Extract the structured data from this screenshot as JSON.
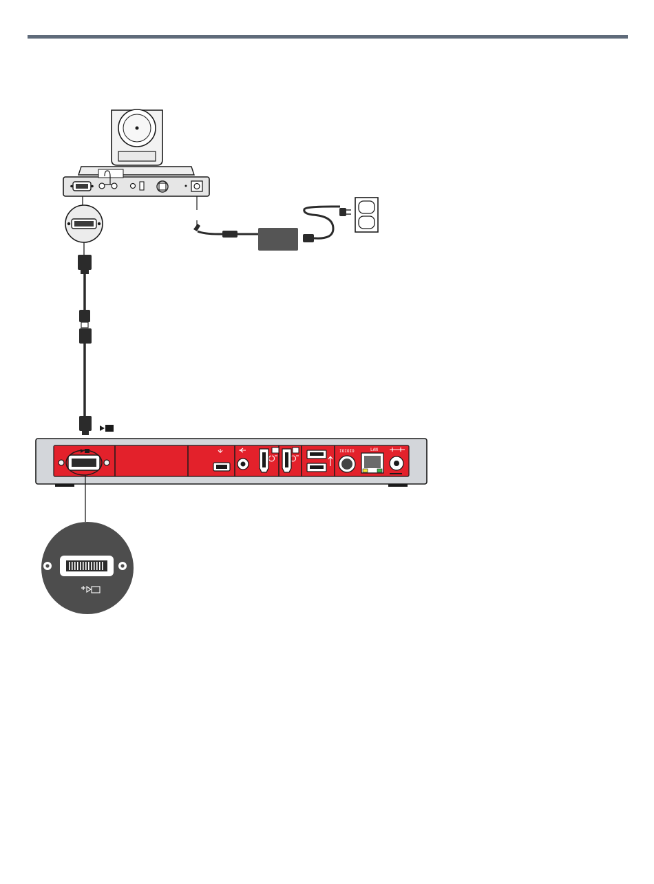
{
  "page": {
    "header_rule_color": "#5f6b7a"
  },
  "colors": {
    "codec_red": "#e3212b",
    "codec_silver": "#d3d6da",
    "outline": "#1a1a1a",
    "cable": "#2b2b2b",
    "magnifier_fill": "#4d4d4d",
    "camera_body": "#e8e8e8",
    "power_brick": "#555555"
  },
  "camera": {
    "icon": "ptz-camera-icon"
  },
  "power_adapter": {
    "icon": "power-adapter-icon"
  },
  "wall_outlet": {
    "icon": "wall-outlet-icon"
  },
  "codec": {
    "icon": "codec-back-panel",
    "port_labels": {
      "usb": "IOIOIO",
      "lan": "LAN"
    }
  },
  "icons": {
    "camera_port_glyph": "camera-input-icon",
    "magnifier_glyph": "camera-input-icon"
  }
}
